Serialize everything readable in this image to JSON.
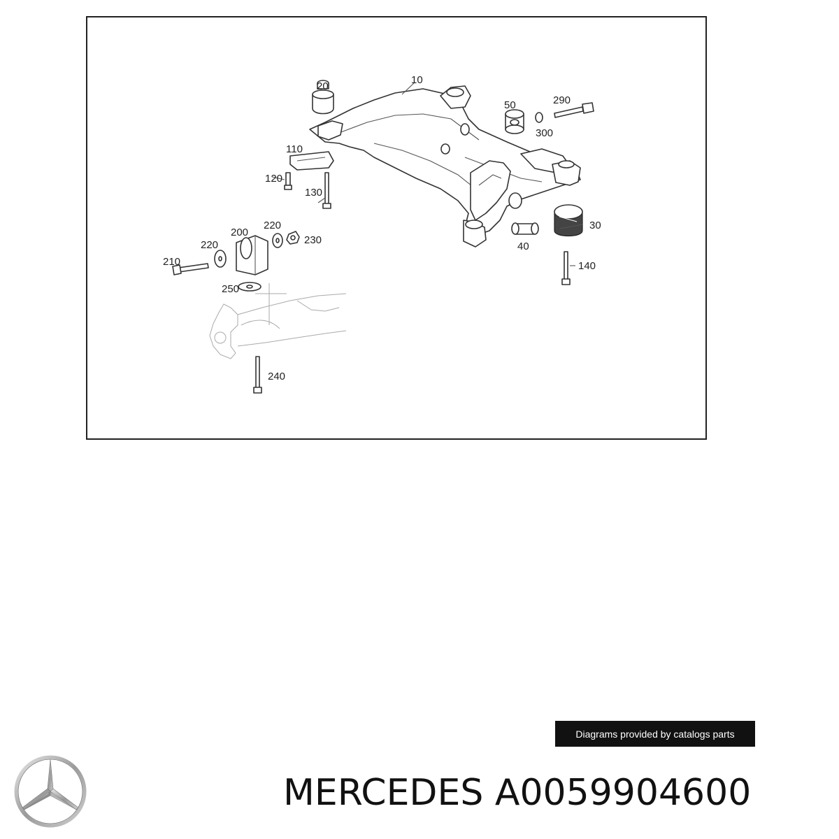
{
  "diagram": {
    "callouts": {
      "p10": "10",
      "p20": "20",
      "p30": "30",
      "p40": "40",
      "p50": "50",
      "p110": "110",
      "p120": "120",
      "p130": "130",
      "p140": "140",
      "p200": "200",
      "p210": "210",
      "p220a": "220",
      "p220b": "220",
      "p230": "230",
      "p240": "240",
      "p250": "250",
      "p290": "290",
      "p300": "300"
    }
  },
  "credit": {
    "text": "Diagrams provided by catalogs parts"
  },
  "brand": {
    "name": "MERCEDES",
    "part_number": "A0059904600",
    "logo_icon": "mercedes-star-icon"
  }
}
